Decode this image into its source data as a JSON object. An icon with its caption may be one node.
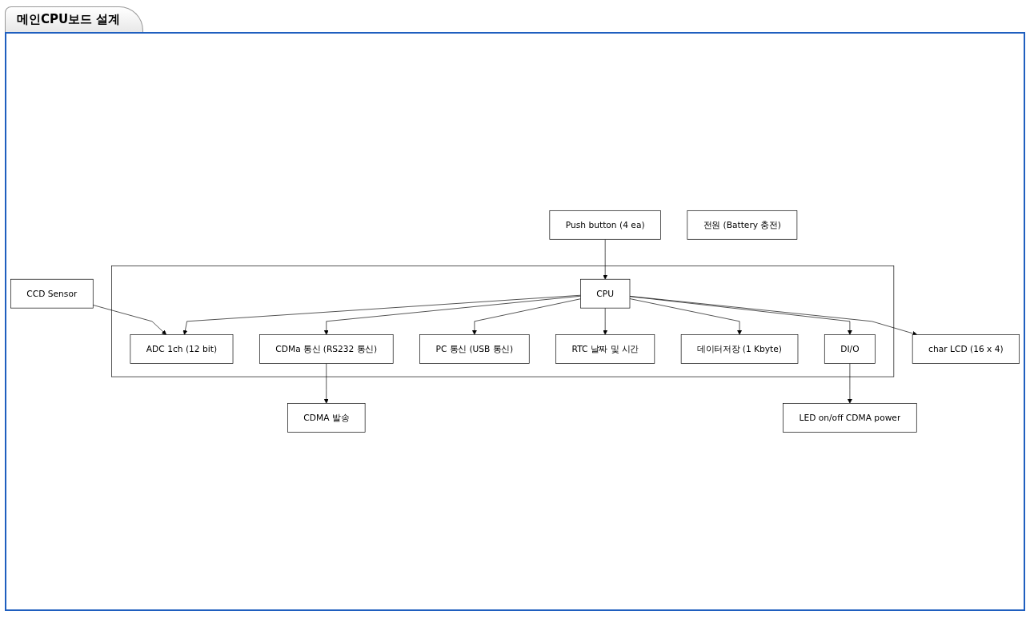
{
  "diagram": {
    "title": "메인CPU보드 설계",
    "nodes": [
      {
        "text": [
          "char LCD (16 x 4)"
        ]
      },
      {
        "text": [
          "Push button (4 ea)"
        ]
      },
      {
        "text": [
          "CCD Sensor"
        ]
      },
      {
        "text": [],
        "shape": "box"
      },
      {
        "text": [
          "ADC 1ch (12 bit)"
        ],
        "in": 3
      },
      {
        "text": [
          "CPU"
        ],
        "in": 3
      },
      {
        "text": [
          "CDMa 통신 (RS232 통신)"
        ],
        "in": 3
      },
      {
        "text": [
          "CDMA 발송"
        ]
      },
      {
        "text": [
          "PC 통신 (USB 통신)"
        ],
        "in": 3
      },
      {
        "text": [
          "RTC 날짜 및 시간"
        ],
        "in": 3
      },
      {
        "text": [
          "데이터저장 (1 Kbyte)"
        ],
        "in": 3
      },
      {
        "text": [
          "DI/O"
        ],
        "in": 3
      },
      {
        "text": [
          "LED on/off CDMA power"
        ]
      },
      {
        "text": [
          "전원 (Battery 충전)"
        ]
      }
    ],
    "edges": [
      {
        "from": 5,
        "to": 0,
        "arrow": "to"
      },
      {
        "from": 1,
        "to": 5,
        "arrow": "to"
      },
      {
        "from": 2,
        "to": 4,
        "arrow": "to"
      },
      {
        "from": 5,
        "to": 4,
        "arrow": "to"
      },
      {
        "from": 6,
        "to": 7,
        "arrow": "to"
      },
      {
        "from": 5,
        "to": 6,
        "arrow": "to"
      },
      {
        "from": 5,
        "to": 8,
        "arrow": "to"
      },
      {
        "from": 5,
        "to": 9,
        "arrow": "to"
      },
      {
        "from": 5,
        "to": 10,
        "arrow": "to"
      },
      {
        "from": 5,
        "to": 11,
        "arrow": "to"
      },
      {
        "from": 11,
        "to": 12,
        "arrow": "to"
      }
    ]
  }
}
